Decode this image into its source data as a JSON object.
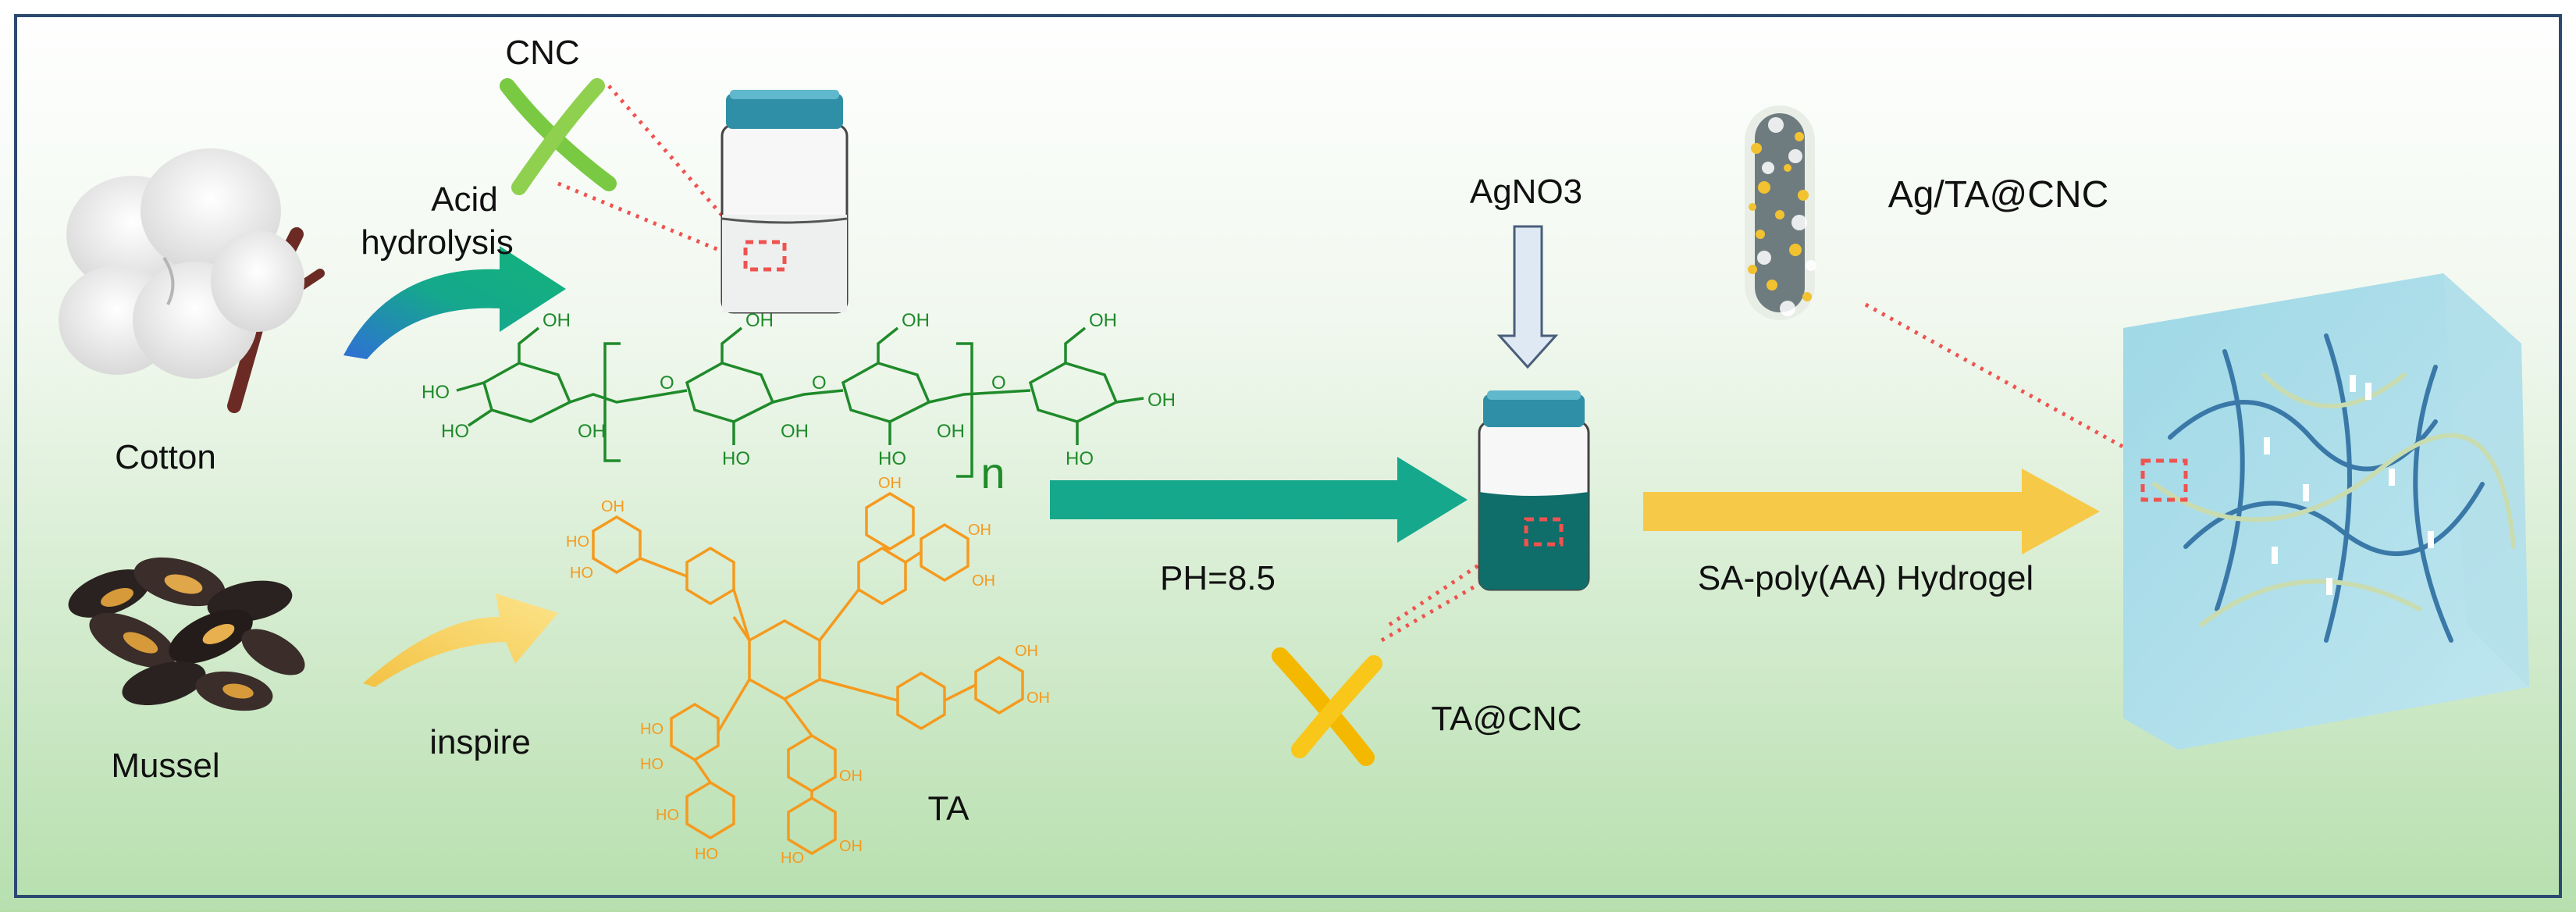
{
  "labels": {
    "cnc": "CNC",
    "acid_line1": "Acid",
    "acid_line2": "hydrolysis",
    "cotton": "Cotton",
    "mussel": "Mussel",
    "inspire": "inspire",
    "ta": "TA",
    "repeat_n": "n",
    "agno3": "AgNO3",
    "ph": "PH=8.5",
    "ta_cnc": "TA@CNC",
    "ag_ta_cnc": "Ag/TA@CNC",
    "hydrogel": "SA-poly(AA) Hydrogel",
    "oh": "OH",
    "ho": "HO",
    "o": "O"
  },
  "colors": {
    "cellulose": "#1f8a2a",
    "tannic_acid": "#f59a1e",
    "teal_arrow": "#1aa58a",
    "yellow_arrow": "#f7c948",
    "cnc_green": "#7ac943",
    "cnc_orange": "#f5b800",
    "dashed_red": "#ef5350",
    "hydrogel_cube": "#a9dde9"
  }
}
